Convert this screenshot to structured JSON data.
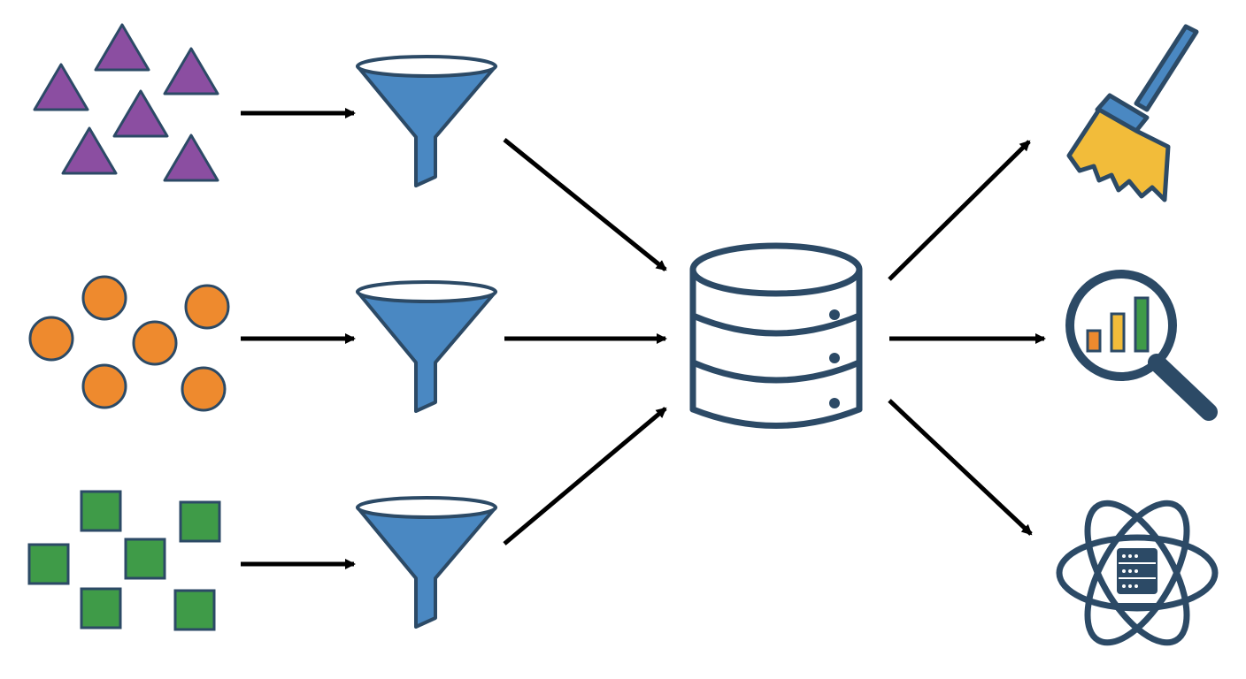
{
  "diagram": {
    "sources": [
      {
        "shape": "triangle",
        "count": 6,
        "color": "#8b4ea1"
      },
      {
        "shape": "circle",
        "count": 6,
        "color": "#ee8a2e"
      },
      {
        "shape": "square",
        "count": 6,
        "color": "#3f9b48"
      }
    ],
    "filters": [
      {
        "icon": "funnel-icon"
      },
      {
        "icon": "funnel-icon"
      },
      {
        "icon": "funnel-icon"
      }
    ],
    "hub": {
      "icon": "database-icon"
    },
    "outputs": [
      {
        "icon": "broom-icon"
      },
      {
        "icon": "magnifier-chart-icon"
      },
      {
        "icon": "atom-server-icon"
      }
    ],
    "colors": {
      "outline": "#2c4a66",
      "funnel": "#4a88c2",
      "arrow": "#000000",
      "broom_bristles": "#f2bc3a",
      "bar_orange": "#ee8a2e",
      "bar_yellow": "#f2bc3a",
      "bar_green": "#3f9b48"
    }
  }
}
